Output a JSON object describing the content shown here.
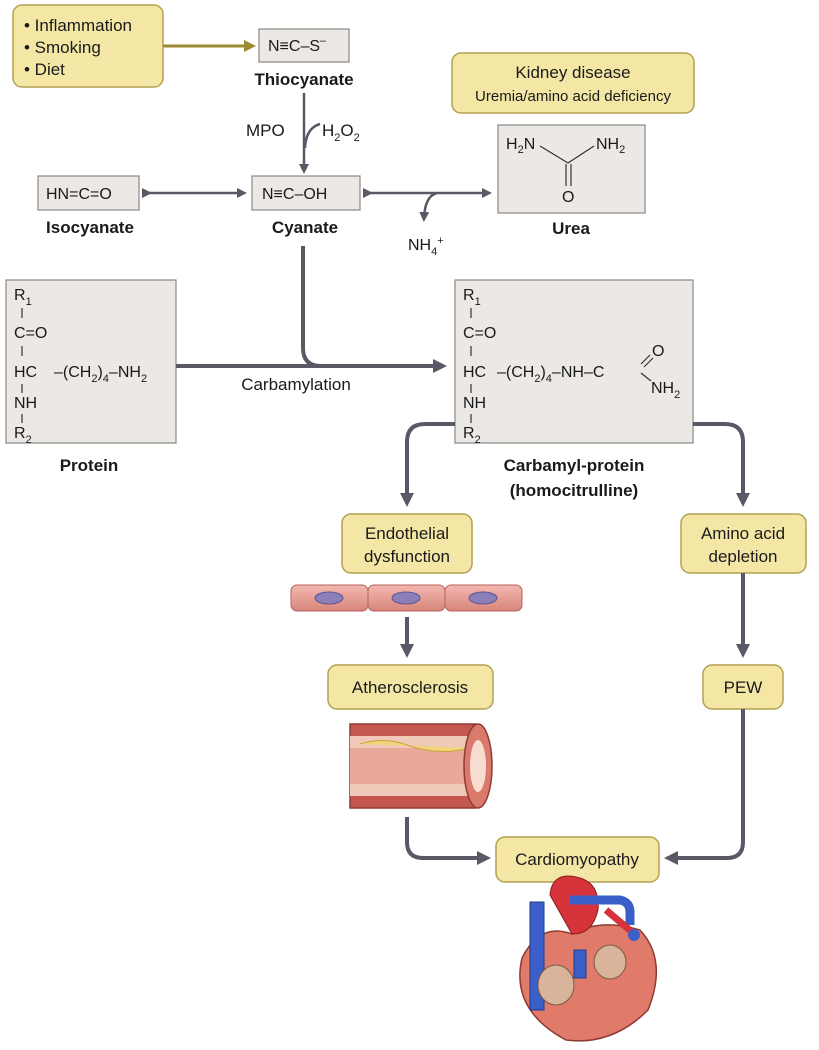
{
  "triggers": [
    "• Inflammation",
    "• Smoking",
    "• Diet"
  ],
  "thiocyanate": {
    "formula": "N≡C–S",
    "charge": "–",
    "name": "Thiocyanate"
  },
  "kidney": {
    "line1": "Kidney disease",
    "line2": "Uremia/amino acid deficiency"
  },
  "urea": {
    "nh2_left": "H",
    "nh2_left_n": "N",
    "nh2_right": "NH",
    "o": "O",
    "name": "Urea"
  },
  "mpo": "MPO",
  "h2o2": {
    "h": "H",
    "o": "O",
    "sub": "2"
  },
  "isocyanate": {
    "formula": "HN=C=O",
    "name": "Isocyanate"
  },
  "cyanate": {
    "formula": "N≡C–OH",
    "name": "Cyanate"
  },
  "ammonium": {
    "nh": "NH",
    "sub": "4",
    "sup": "+"
  },
  "protein": {
    "name": "Protein",
    "r1": "R",
    "r2": "R",
    "co": "C=O",
    "hc": "HC",
    "ch2": "(CH",
    "nh2": "NH",
    "nh": "NH",
    "n1": "1",
    "n2": "2",
    "n4": "4"
  },
  "carbamylation": "Carbamylation",
  "carbamyl": {
    "name1": "Carbamyl-protein",
    "name2": "(homocitrulline)",
    "nh": "NH",
    "c": "C",
    "o": "O"
  },
  "endothelial": {
    "line1": "Endothelial",
    "line2": "dysfunction"
  },
  "amino": {
    "line1": "Amino acid",
    "line2": "depletion"
  },
  "atherosclerosis": "Atherosclerosis",
  "pew": "PEW",
  "cardiomyopathy": "Cardiomyopathy",
  "colors": {
    "box_fill": "#f4e7a6",
    "box_stroke": "#b3a152",
    "gray_fill": "#ebe8e5",
    "arrow": "#5b5866",
    "olive_arrow": "#9c8b2e"
  }
}
